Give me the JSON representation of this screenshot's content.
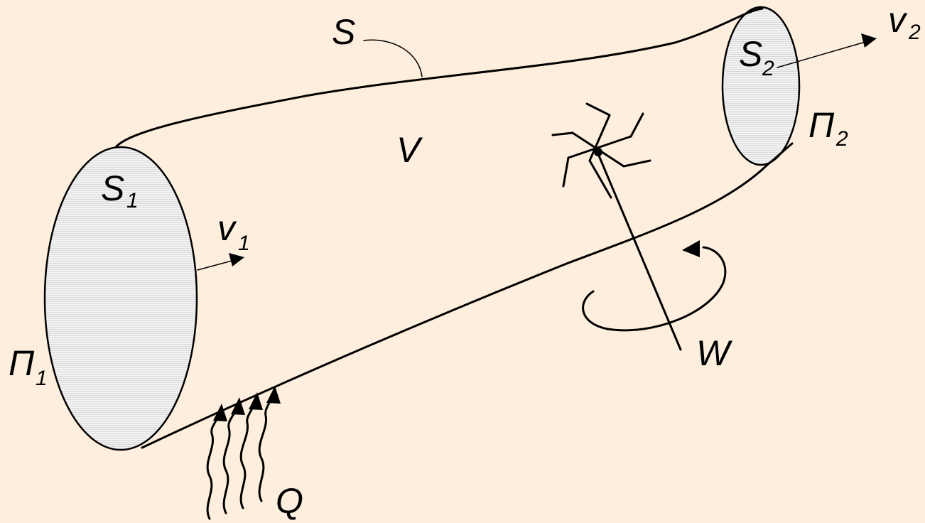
{
  "diagram": {
    "background_color": "#fdeedd",
    "section_fill_color": "#ececec",
    "labels": {
      "surface": "S",
      "volume": "V",
      "inlet_area": "S",
      "inlet_area_sub": "1",
      "outlet_area": "S",
      "outlet_area_sub": "2",
      "inlet_velocity": "v",
      "inlet_velocity_sub": "1",
      "outlet_velocity": "v",
      "outlet_velocity_sub": "2",
      "inlet_pressure": "П",
      "inlet_pressure_sub": "1",
      "outlet_pressure": "П",
      "outlet_pressure_sub": "2",
      "heat": "Q",
      "work": "W"
    }
  }
}
